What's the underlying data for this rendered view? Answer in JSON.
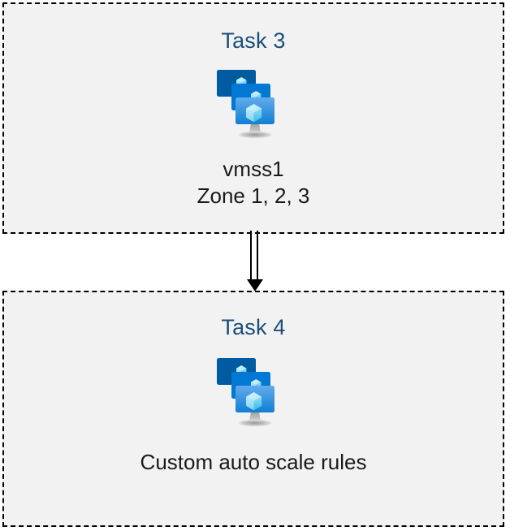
{
  "diagram": {
    "background_color": "#ffffff",
    "box_fill_color": "#f2f2f2",
    "box_border_color": "#000000",
    "title_color": "#1b4e78",
    "caption_color": "#1a1a1a",
    "connector_color": "#000000",
    "icon_colors": {
      "screen_back": "#005ba1",
      "screen_middle": "#0078d4",
      "screen_front_top": "#50a0e8",
      "screen_front_bottom": "#0f7fd4",
      "cube_light": "#c3f1fb",
      "cube_mid": "#9ae3f7",
      "cube_dark": "#4fc3e8",
      "stand_gray": "#a6a6a6"
    },
    "boxes": [
      {
        "id": "task-3",
        "title": "Task 3",
        "icon": "vm-scale-set-icon",
        "captions": [
          "vmss1",
          "Zone 1, 2, 3"
        ]
      },
      {
        "id": "task-4",
        "title": "Task 4",
        "icon": "vm-scale-set-icon",
        "captions": [
          "Custom auto scale rules"
        ]
      }
    ],
    "connector": {
      "name": "double-line-down-arrow",
      "from": "task-3",
      "to": "task-4",
      "style": "double-line",
      "arrowhead": "filled-triangle",
      "direction": "down"
    }
  }
}
